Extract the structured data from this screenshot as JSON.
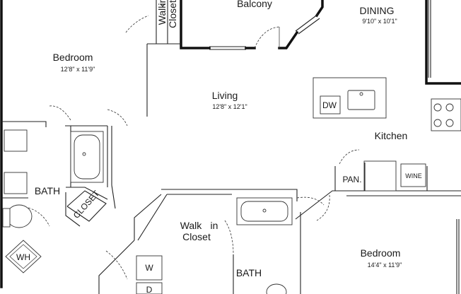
{
  "rooms": {
    "balcony": {
      "name": "Balcony"
    },
    "dining": {
      "name": "DINING",
      "dims": "9'10\" x 10'1\""
    },
    "walk_closet_top": {
      "line1": "Walk",
      "line2": "in",
      "line3": "Closet"
    },
    "bedroom_1": {
      "name": "Bedroom",
      "dims": "12'8\" x 11'9\""
    },
    "living": {
      "name": "Living",
      "dims": "12'8\" x 12'1\""
    },
    "kitchen": {
      "name": "Kitchen"
    },
    "bath_1": {
      "name": "BATH"
    },
    "closet": {
      "name": "CLOSET"
    },
    "walk_closet_bottom": {
      "line1": "Walk",
      "line2": "in",
      "line3": "Closet"
    },
    "bath_2": {
      "name": "BATH"
    },
    "bedroom_2": {
      "name": "Bedroom",
      "dims": "14'4\" x 11'9\""
    }
  },
  "fixtures": {
    "dw": "DW",
    "pan": "PAN.",
    "wine": "WINE",
    "wh": "WH",
    "w": "W",
    "d": "D"
  }
}
